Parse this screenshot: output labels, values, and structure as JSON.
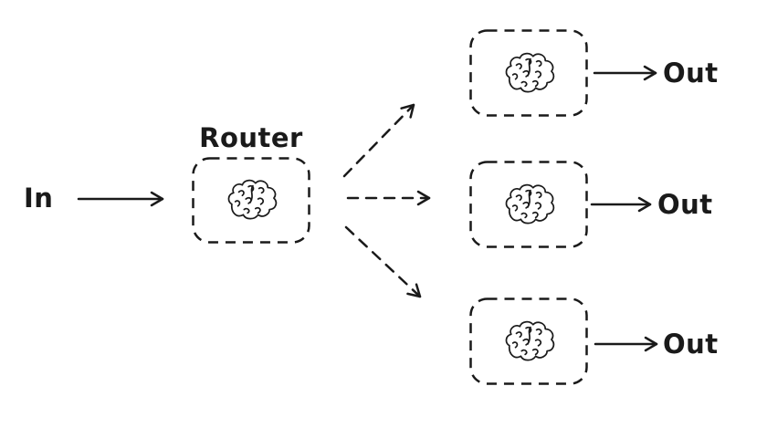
{
  "diagram": {
    "background": "#ffffff",
    "stroke_color": "#1a1a1a",
    "input": {
      "label": "In"
    },
    "router": {
      "label": "Router",
      "icon": "brain-icon"
    },
    "outputs": [
      {
        "label": "Out",
        "icon": "brain-icon"
      },
      {
        "label": "Out",
        "icon": "brain-icon"
      },
      {
        "label": "Out",
        "icon": "brain-icon"
      }
    ],
    "edges": [
      {
        "from": "input",
        "to": "router",
        "style": "solid"
      },
      {
        "from": "router",
        "to": "output-1",
        "style": "dashed"
      },
      {
        "from": "router",
        "to": "output-2",
        "style": "dashed"
      },
      {
        "from": "router",
        "to": "output-3",
        "style": "dashed"
      },
      {
        "from": "output-1",
        "to": "out-1",
        "style": "solid"
      },
      {
        "from": "output-2",
        "to": "out-2",
        "style": "solid"
      },
      {
        "from": "output-3",
        "to": "out-3",
        "style": "solid"
      }
    ]
  }
}
